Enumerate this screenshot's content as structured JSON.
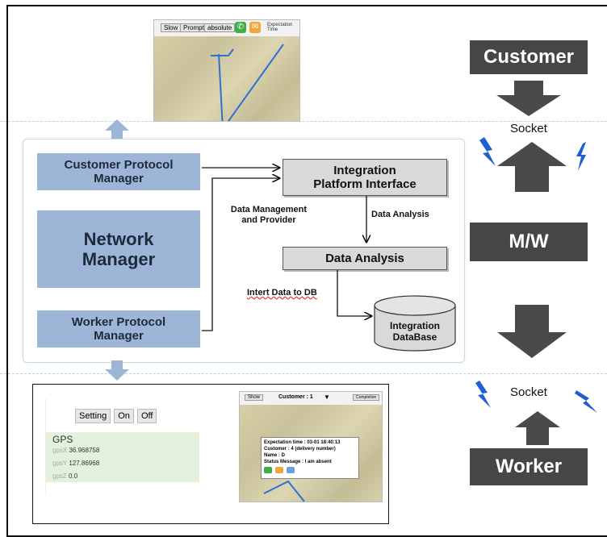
{
  "right_column": {
    "customer": "Customer",
    "socket_top": "Socket",
    "mw": "M/W",
    "socket_bottom": "Socket",
    "worker": "Worker"
  },
  "middleware": {
    "customer_protocol": "Customer Protocol\nManager",
    "network_manager": "Network\nManager",
    "worker_protocol": "Worker Protocol\nManager",
    "integration_interface": "Integration\nPlatform Interface",
    "data_management": "Data Management\nand Provider",
    "data_analysis_label": "Data Analysis",
    "data_analysis_box": "Data Analysis",
    "insert_label": "Intert  Data to DB",
    "database": "Integration\nDataBase"
  },
  "customer_app": {
    "buttons": [
      "Slow",
      "Prompt",
      "absolute"
    ],
    "time_label": "Expectation Time"
  },
  "gps_app": {
    "buttons": [
      "Setting",
      "On",
      "Off"
    ],
    "title": "GPS",
    "rows": [
      {
        "key": "gpsX",
        "value": "36.968758"
      },
      {
        "key": "gpsY",
        "value": "127.86968"
      },
      {
        "key": "gpsZ",
        "value": "0.0"
      }
    ]
  },
  "worker_map": {
    "show_button": "Show",
    "customer_select": "Customer : 1",
    "complete_button": "Completion",
    "popup_lines": [
      "Expectation time : 03-01 18:40:13",
      "Customer : 4 (delivery number)",
      "Name : D",
      "Status Message : I am absent"
    ]
  },
  "colors": {
    "blue_box": "#9db6d8",
    "dark_box": "#464646",
    "gray_box": "#d9d9d9",
    "arrow_dark": "#4a4a4a",
    "arrow_light": "#9db6d8",
    "lightning": "#1f5fd0"
  }
}
